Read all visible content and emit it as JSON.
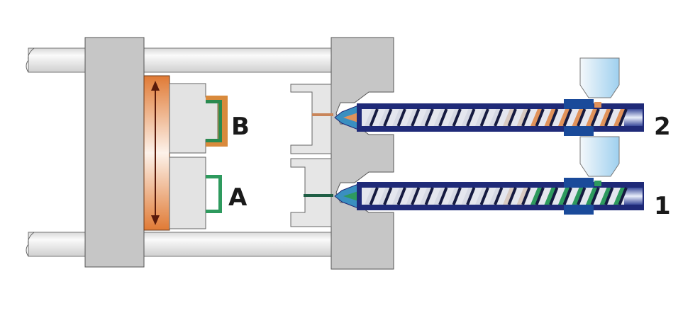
{
  "labels": {
    "part_b": "B",
    "part_a": "A",
    "unit_2": "2",
    "unit_1": "1"
  },
  "colors": {
    "platen": "#c8c8c8",
    "barrel": "#1f2a78",
    "material_2": "#e0925a",
    "material_1": "#2e9a5e",
    "rotary_plate": "#e07a35"
  }
}
